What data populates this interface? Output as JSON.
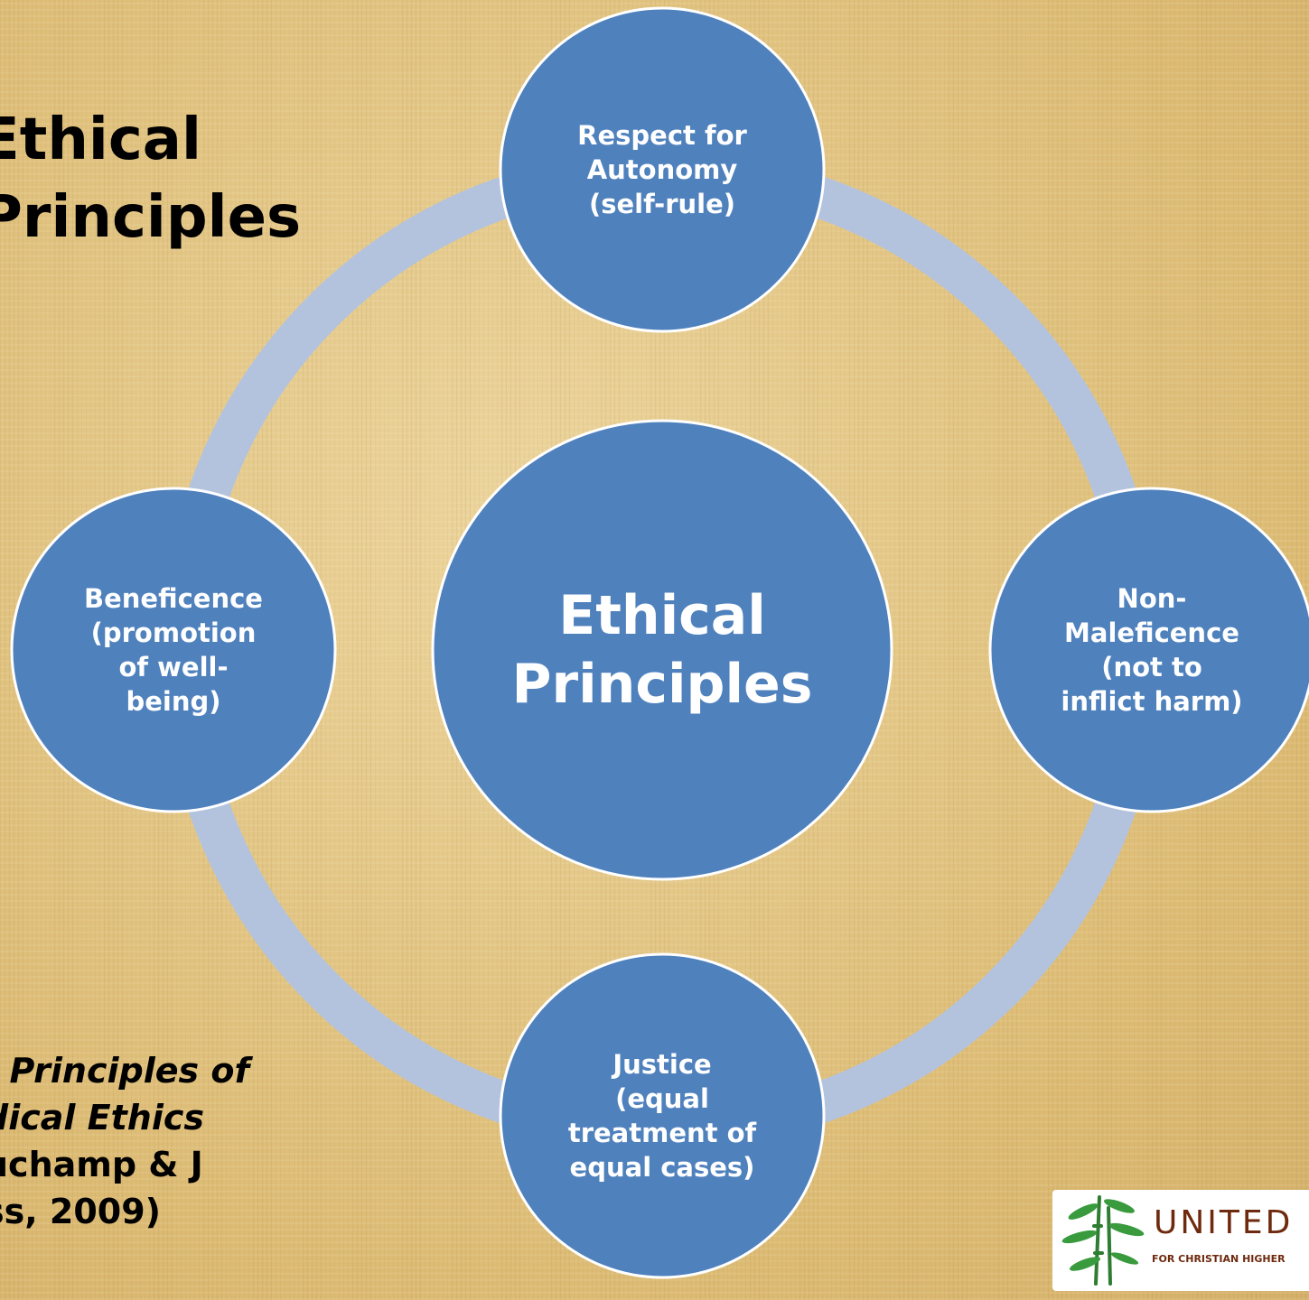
{
  "title": {
    "line1": "Ethical",
    "line2": "Principles"
  },
  "citation": {
    "line1_prefix": ": ",
    "line1_italic": "Principles of",
    "line2_italic": "dical Ethics",
    "line3": "uchamp & J",
    "line4": "ss, 2009)"
  },
  "diagram": {
    "center": {
      "label": "Ethical\nPrinciples"
    },
    "nodes": {
      "top": {
        "label": "Respect for\nAutonomy\n(self-rule)"
      },
      "right": {
        "label": "Non-\nMaleficence\n(not to\ninflict harm)"
      },
      "bottom": {
        "label": "Justice\n(equal\ntreatment of\nequal cases)"
      },
      "left": {
        "label": "Beneficence\n(promotion\nof well-\nbeing)"
      }
    },
    "colors": {
      "node_fill": "#4f81bd",
      "node_stroke": "#ffffff",
      "ring": "#b3c3de"
    }
  },
  "logo": {
    "name": "UNITED B",
    "tagline": "FOR CHRISTIAN HIGHER"
  }
}
